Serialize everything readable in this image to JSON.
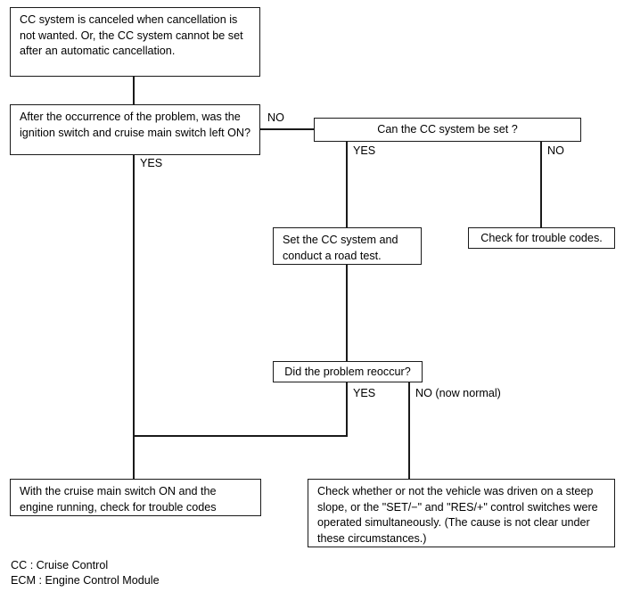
{
  "diagram": {
    "title": "Cruise Control troubleshooting flowchart",
    "line_color": "#1a1a1a",
    "background": "#ffffff"
  },
  "nodes": {
    "symptom": {
      "text": "CC system is canceled when cancellation is not wanted.\nOr, the CC system cannot be set after an automatic cancellation."
    },
    "question_ignition": {
      "text": "After the occurrence of the problem, was the ignition switch and cruise main switch left ON?"
    },
    "question_can_set": {
      "text": "Can the CC system be set ?"
    },
    "action_set_road_test": {
      "text": "Set the CC system and conduct a road test."
    },
    "action_check_codes": {
      "text": "Check for trouble codes."
    },
    "question_reoccur": {
      "text": "Did the problem reoccur?"
    },
    "action_cruise_on_check": {
      "text": "With the cruise main switch ON and the engine running, check for trouble codes"
    },
    "action_check_steep_slope": {
      "text": "Check whether or not the vehicle was driven on a steep slope, or the \"SET/−\" and \"RES/+\" control switches were operated simultaneously. (The cause is not clear under these circumstances.)"
    }
  },
  "edge_labels": {
    "ignition_no": "NO",
    "ignition_yes": "YES",
    "can_set_yes": "YES",
    "can_set_no": "NO",
    "reoccur_yes": "YES",
    "reoccur_no": "NO (now normal)"
  },
  "legend": {
    "cc": "CC : Cruise Control",
    "ecm": "ECM : Engine Control Module"
  }
}
